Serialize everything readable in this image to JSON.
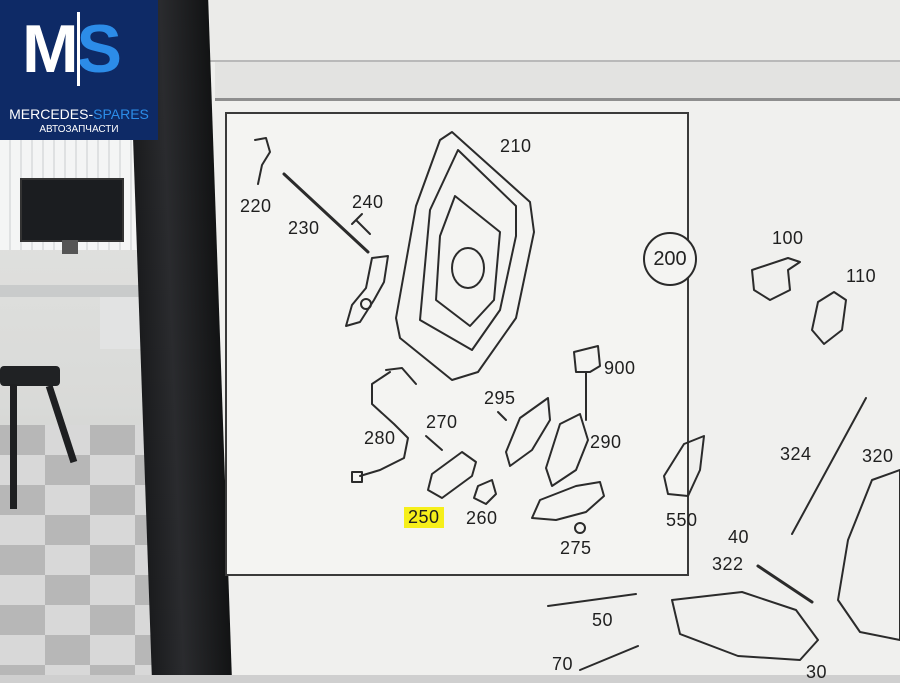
{
  "logo": {
    "initial_m": "M",
    "initial_s": "S",
    "name_part1": "MERCEDES-",
    "name_part2": "SPARES",
    "subtitle": "АВТОЗАПЧАСТИ",
    "colors": {
      "background": "#0e2a66",
      "accent": "#2c8ce8",
      "text": "#ffffff"
    }
  },
  "diagram": {
    "callout": "200",
    "highlight_color": "#f6ef1a",
    "labels": {
      "p220": "220",
      "p230": "230",
      "p240": "240",
      "p210": "210",
      "p280": "280",
      "p270": "270",
      "p295": "295",
      "p900": "900",
      "p290": "290",
      "p250": "250",
      "p260": "260",
      "p275": "275",
      "p100": "100",
      "p110": "110",
      "p324": "324",
      "p320": "320",
      "p550": "550",
      "p40": "40",
      "p322": "322",
      "p50": "50",
      "p70": "70",
      "p30": "30"
    }
  }
}
